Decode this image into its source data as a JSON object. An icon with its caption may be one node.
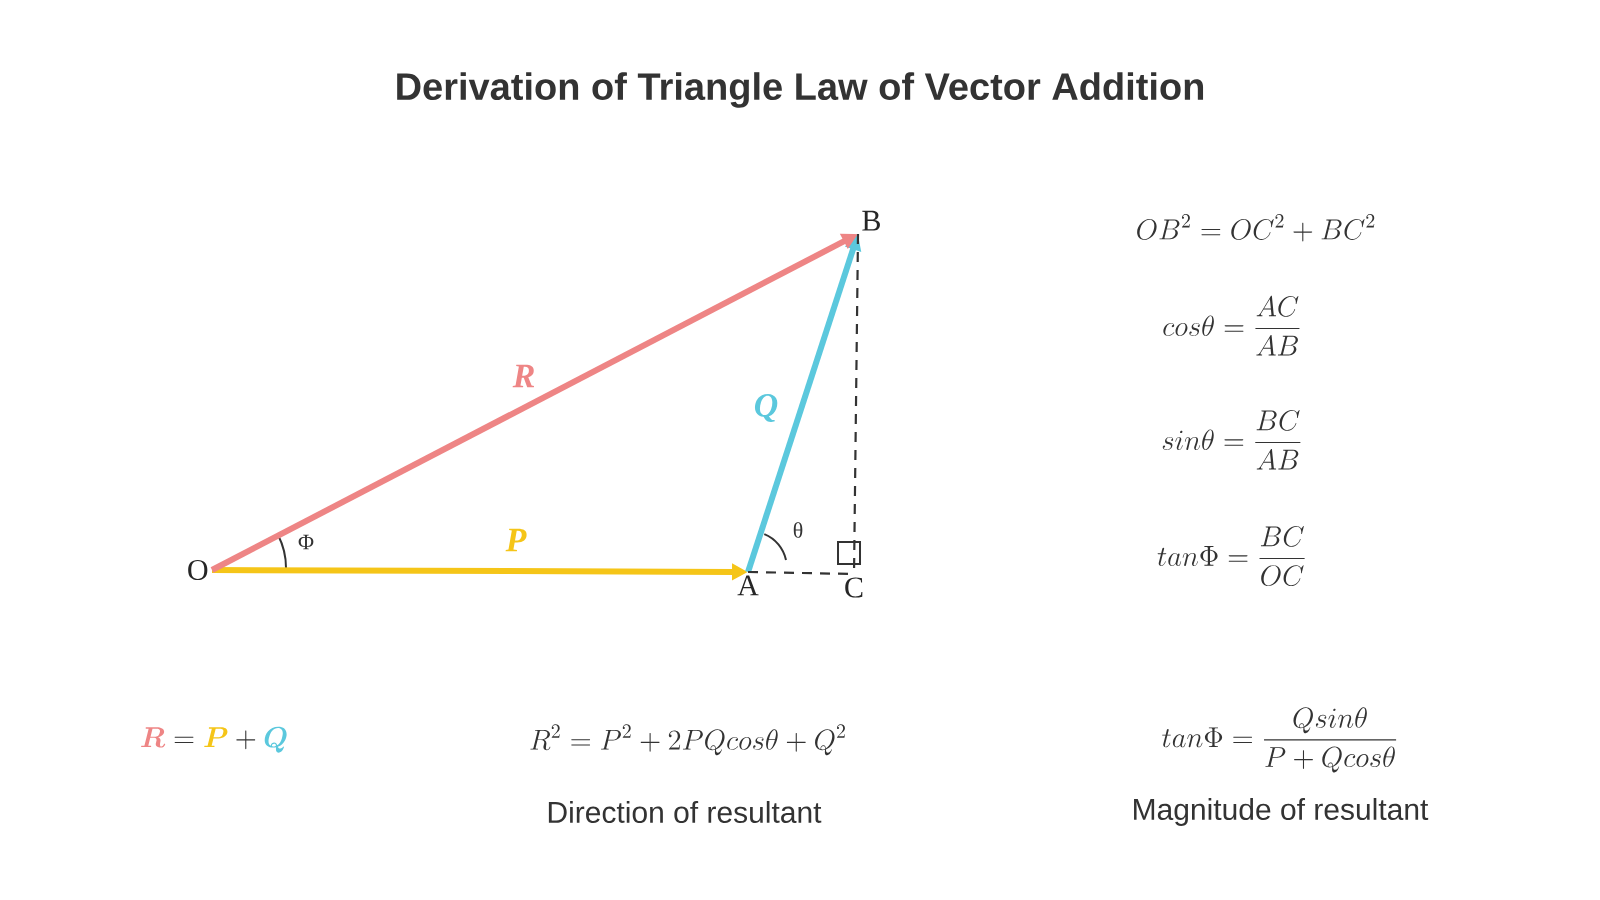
{
  "diagram": {
    "title": "Derivation of Triangle Law of Vector Addition",
    "nodes": [
      {
        "text": [
          "O"
        ]
      },
      {
        "text": [
          "A"
        ]
      },
      {
        "text": [
          "B"
        ]
      },
      {
        "text": [
          "C"
        ]
      }
    ],
    "edges": [
      {
        "from": 0,
        "to": 1,
        "arrow": "to",
        "label": "P",
        "color": "#f5c518"
      },
      {
        "from": 1,
        "to": 2,
        "arrow": "to",
        "label": "Q",
        "color": "#5bc8dd"
      },
      {
        "from": 0,
        "to": 2,
        "arrow": "to",
        "label": "R",
        "color": "#ee8585"
      },
      {
        "from": 2,
        "to": 3,
        "arrow": "none",
        "style": "dashed",
        "color": "#333333"
      },
      {
        "from": 1,
        "to": 3,
        "arrow": "none",
        "style": "dashed",
        "color": "#333333"
      }
    ],
    "labels": [
      "Φ",
      "θ",
      "OB^2 = OC^2 + BC^2",
      "cos\\theta = \\frac{AC}{AB}",
      "sin\\theta = \\frac{BC}{AB}",
      "tan\\Phi = \\frac{BC}{OC}",
      "\\textcolor[HTML]{EE8585}{\\boldsymbol{R}} = \\textcolor[HTML]{F5C518}{\\boldsymbol{P}} + \\textcolor[HTML]{5BC8DD}{\\boldsymbol{Q}}",
      "R^2 = P^2 + 2PQcos\\theta + Q^2",
      "tan\\Phi = \\frac{Qsin\\theta}{P + Qcos\\theta}",
      "Direction of resultant",
      "Magnitude of resultant"
    ]
  }
}
